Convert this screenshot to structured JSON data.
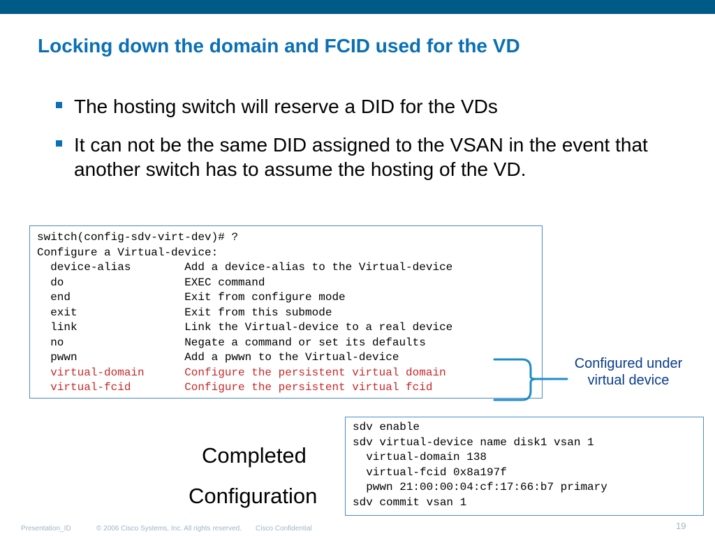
{
  "slide": {
    "title": "Locking down the domain and FCID used for the VD",
    "colors": {
      "top_bar": "#005a87",
      "title": "#0a6fb4",
      "highlight": "#c8282a",
      "callout": "#1e8cc8"
    }
  },
  "bullets": [
    "The hosting switch will reserve a DID for the VDs",
    "It can not be the same DID assigned to the VSAN in the event that another switch has to assume the hosting of the VD."
  ],
  "cli_help": {
    "prompt": "switch(config-sdv-virt-dev)# ?",
    "heading": "Configure a Virtual-device:",
    "commands": [
      {
        "cmd": "device-alias",
        "desc": "Add a device-alias to the Virtual-device"
      },
      {
        "cmd": "do",
        "desc": "EXEC command"
      },
      {
        "cmd": "end",
        "desc": "Exit from configure mode"
      },
      {
        "cmd": "exit",
        "desc": "Exit from this submode"
      },
      {
        "cmd": "link",
        "desc": "Link the Virtual-device to a real device"
      },
      {
        "cmd": "no",
        "desc": "Negate a command or set its defaults"
      },
      {
        "cmd": "pwwn",
        "desc": "Add a pwwn to the Virtual-device"
      },
      {
        "cmd": "virtual-domain",
        "desc": "Configure the persistent virtual domain"
      },
      {
        "cmd": "virtual-fcid",
        "desc": "Configure the persistent virtual fcid"
      }
    ]
  },
  "callout": {
    "line1": "Configured under",
    "line2": "virtual device"
  },
  "completed": {
    "line1": "Completed",
    "line2": "Configuration"
  },
  "config": [
    "sdv enable",
    "sdv virtual-device name disk1 vsan 1",
    "  virtual-domain 138",
    "  virtual-fcid 0x8a197f",
    "  pwwn 21:00:00:04:cf:17:66:b7 primary",
    "sdv commit vsan 1"
  ],
  "footer": {
    "presentation_id": "Presentation_ID",
    "copyright": "© 2006 Cisco Systems, Inc. All rights reserved.",
    "confidential": "Cisco Confidential",
    "page_number": "19"
  }
}
